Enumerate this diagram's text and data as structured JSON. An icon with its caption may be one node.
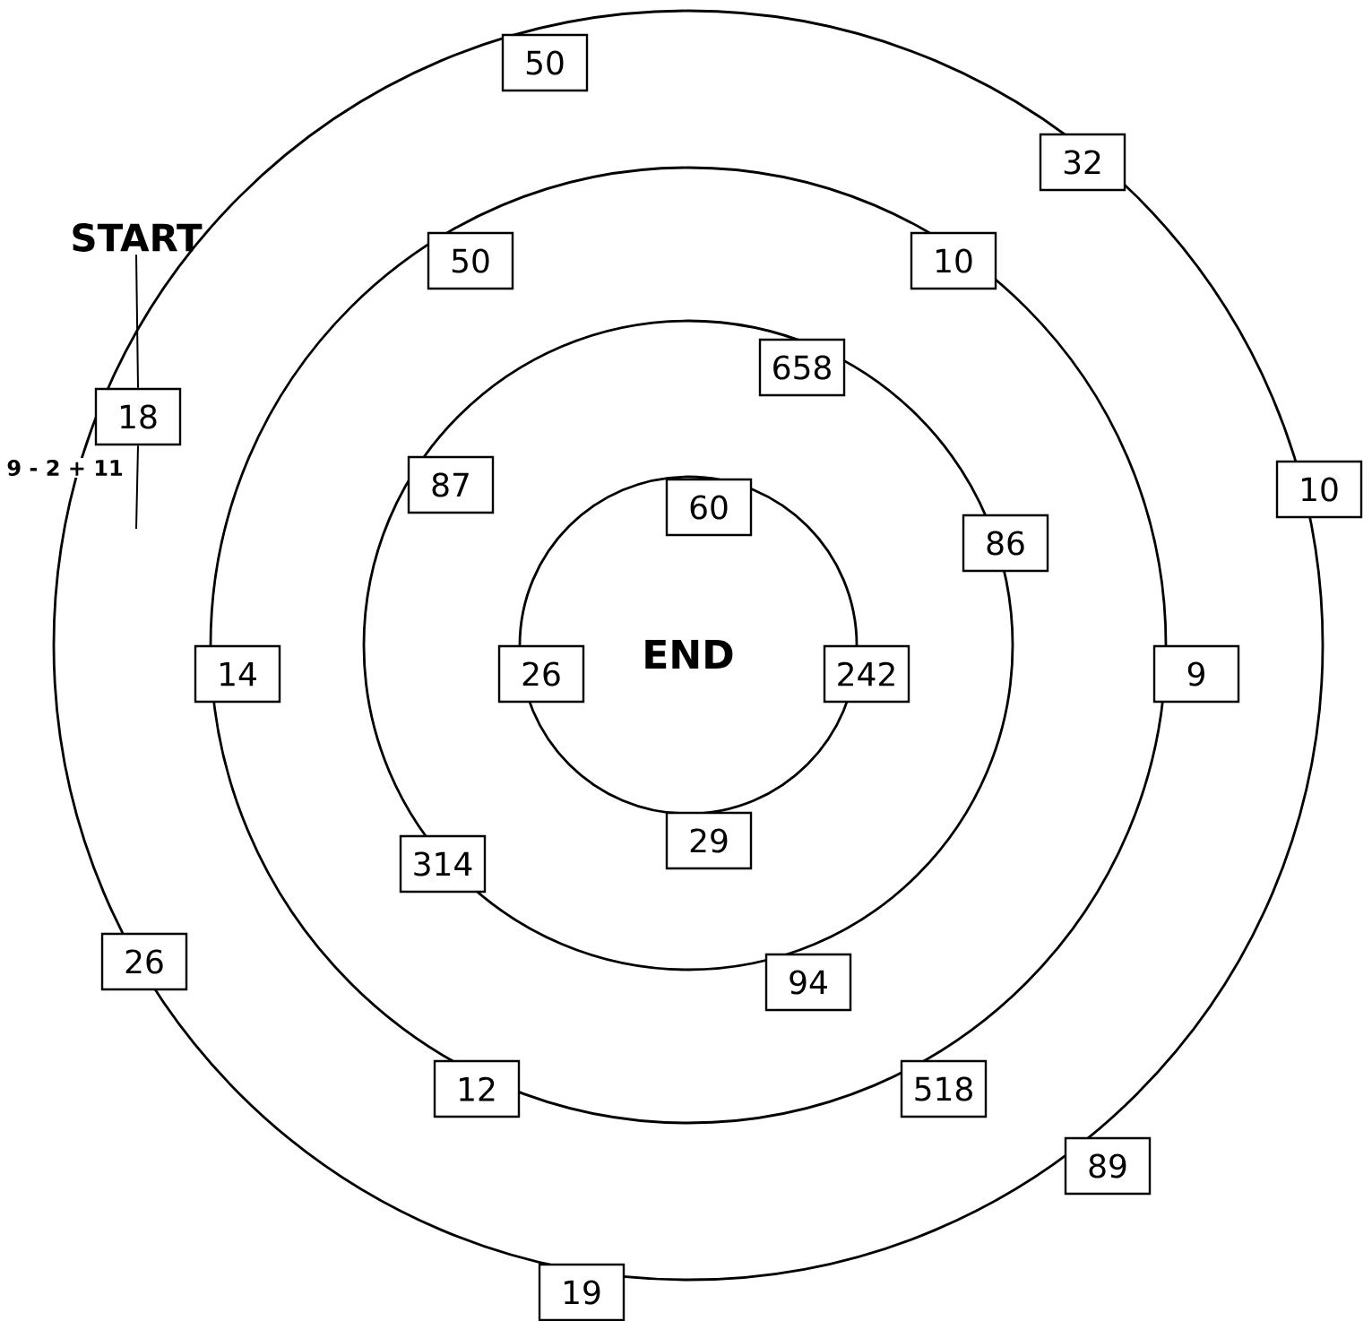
{
  "diagram": {
    "nodes": [
      {
        "text": [
          "50"
        ]
      },
      {
        "text": [
          "32"
        ]
      },
      {
        "text": [
          "START"
        ]
      },
      {
        "text": [
          "50"
        ]
      },
      {
        "text": [
          "10"
        ]
      },
      {
        "text": [
          "658"
        ]
      },
      {
        "text": [
          "18"
        ],
        "beside": [
          "9 - 2 + 11"
        ]
      },
      {
        "text": [
          "87"
        ]
      },
      {
        "text": [
          "10"
        ]
      },
      {
        "text": [
          "60"
        ]
      },
      {
        "text": [
          "86"
        ]
      },
      {
        "text": [
          "14"
        ]
      },
      {
        "text": [
          "26"
        ]
      },
      {
        "text": [
          "242"
        ]
      },
      {
        "text": [
          "9"
        ]
      },
      {
        "text": [
          "29"
        ]
      },
      {
        "text": [
          "314"
        ]
      },
      {
        "text": [
          "26"
        ]
      },
      {
        "text": [
          "94"
        ]
      },
      {
        "text": [
          "12"
        ]
      },
      {
        "text": [
          "518"
        ]
      },
      {
        "text": [
          "89"
        ]
      },
      {
        "text": [
          "19"
        ]
      }
    ],
    "edges": [
      {
        "from": 2,
        "to": 6,
        "arrow": "none"
      },
      {
        "from": 6,
        "to": null,
        "arrow": "none"
      }
    ],
    "labels": [
      "END"
    ]
  }
}
